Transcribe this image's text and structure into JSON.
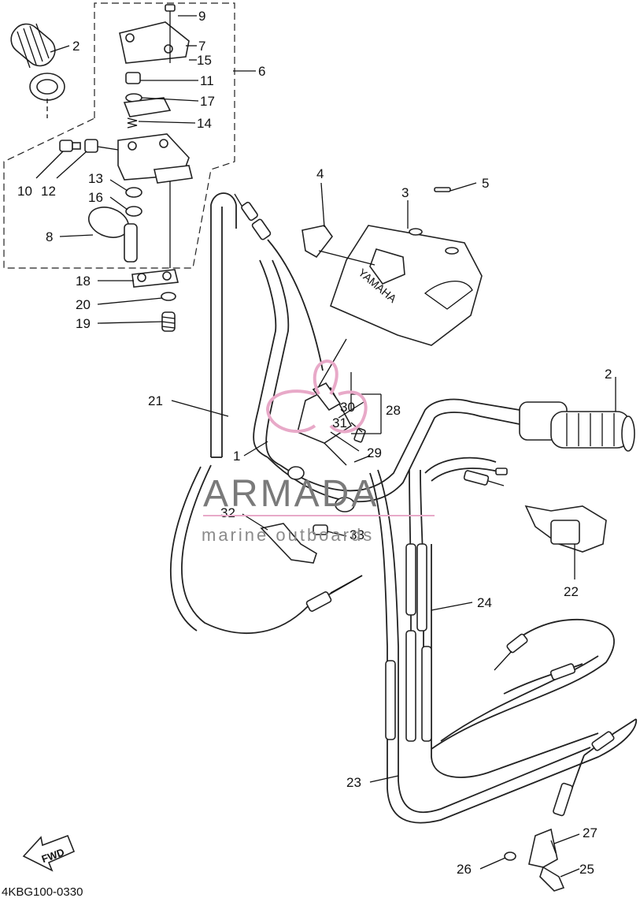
{
  "diagram_code": "4KBG100-0330",
  "fwd_label": "FWD",
  "brand_text": "YAMAHA",
  "watermark": {
    "title": "ARMADA",
    "subtitle": "marine outboards",
    "logo_color": "#e8a9c8"
  },
  "labels": [
    "1",
    "2",
    "3",
    "4",
    "5",
    "6",
    "7",
    "8",
    "9",
    "10",
    "11",
    "12",
    "13",
    "14",
    "15",
    "16",
    "17",
    "18",
    "19",
    "20",
    "21",
    "22",
    "23",
    "24",
    "25",
    "26",
    "27",
    "28",
    "29",
    "30",
    "31",
    "32",
    "33"
  ]
}
